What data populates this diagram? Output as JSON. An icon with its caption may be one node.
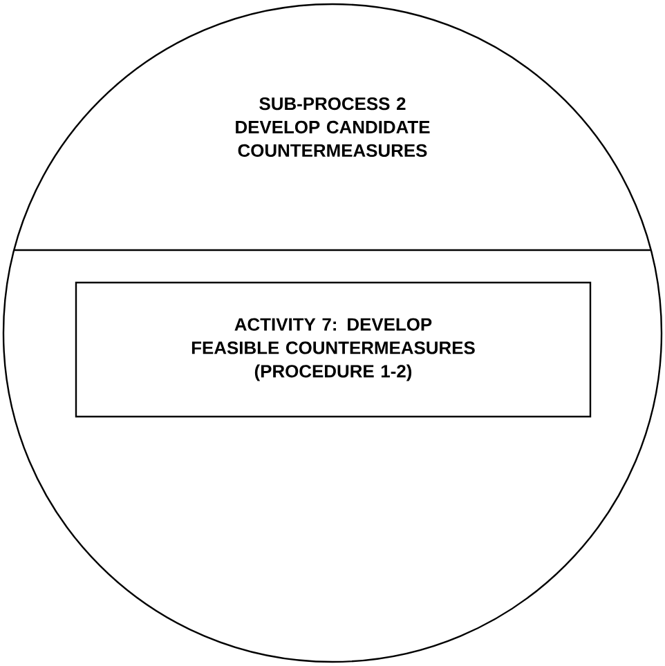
{
  "diagram": {
    "nodes": [
      {
        "text": [
          "SUB-PROCESS 2 DEVELOP CANDIDATE COUNTERMEASURES"
        ]
      },
      {
        "text": [
          "ACTIVITY 7: DEVELOP FEASIBLE COUNTERMEASURES (PROCEDURE 1-2)"
        ],
        "in": 0
      }
    ]
  }
}
